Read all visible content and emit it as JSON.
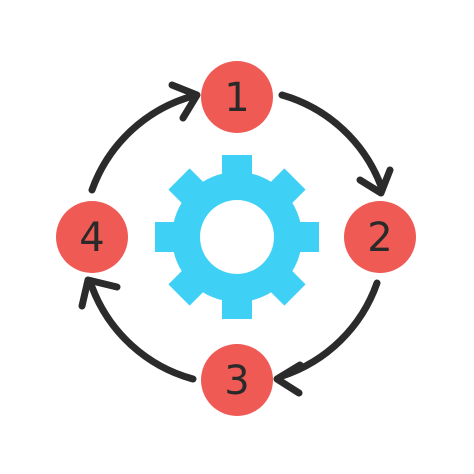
{
  "colors": {
    "step_fill": "#f05a55",
    "step_text": "#2a2a2a",
    "arrow": "#2b2b2b",
    "gear": "#3ed0f5",
    "background": "#ffffff"
  },
  "center_icon": "gear-icon",
  "steps": [
    {
      "label": "1"
    },
    {
      "label": "2"
    },
    {
      "label": "3"
    },
    {
      "label": "4"
    }
  ]
}
